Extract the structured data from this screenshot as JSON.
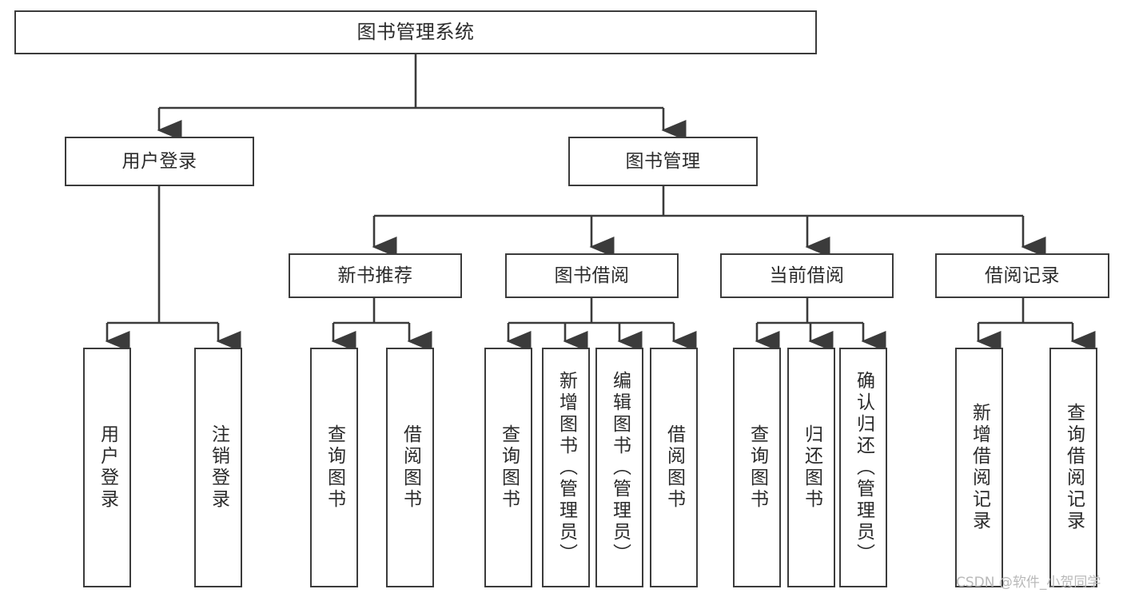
{
  "diagram": {
    "title": "图书管理系统",
    "watermark": "CSDN @软件_小贺同学",
    "line_color": "#3b3b3b",
    "box_fill": "#ffffff",
    "text_color": "#2b2b2b",
    "watermark_color": "#b9b9b9"
  },
  "nodes": {
    "root": {
      "label": "图书管理系统"
    },
    "level2": [
      {
        "label": "用户登录"
      },
      {
        "label": "图书管理"
      }
    ],
    "level3": [
      {
        "label": "新书推荐"
      },
      {
        "label": "图书借阅"
      },
      {
        "label": "当前借阅"
      },
      {
        "label": "借阅记录"
      }
    ],
    "leaves": {
      "user_login": [
        {
          "label": "用户登录"
        },
        {
          "label": "注销登录"
        }
      ],
      "new_book": [
        {
          "label": "查询图书"
        },
        {
          "label": "借阅图书"
        }
      ],
      "book_borrow": [
        {
          "label": "查询图书"
        },
        {
          "label": "新增图书（管理员）"
        },
        {
          "label": "编辑图书（管理员）"
        },
        {
          "label": "借阅图书"
        }
      ],
      "current_borrow": [
        {
          "label": "查询图书"
        },
        {
          "label": "归还图书"
        },
        {
          "label": "确认归还（管理员）"
        }
      ],
      "borrow_record": [
        {
          "label": "新增借阅记录"
        },
        {
          "label": "查询借阅记录"
        }
      ]
    }
  }
}
